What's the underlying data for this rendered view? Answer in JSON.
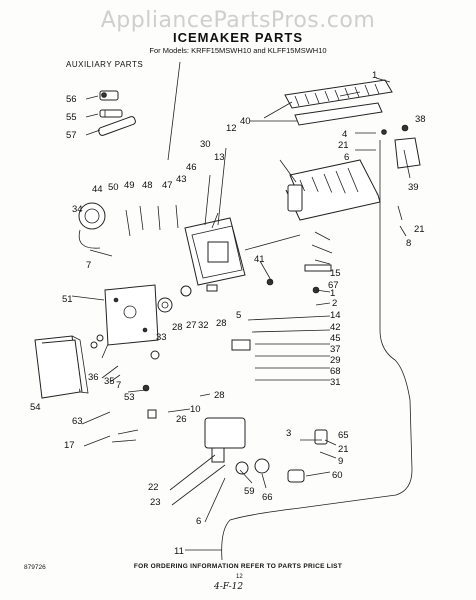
{
  "watermark": "AppliancePartsPros.com",
  "title": "ICEMAKER PARTS",
  "models": "For Models: KRFF15MSWH10 and KLFF15MSWH10",
  "auxiliary_label": "AUXILIARY PARTS",
  "footer": "FOR ORDERING INFORMATION REFER TO PARTS PRICE LIST",
  "page_number": "12",
  "drawing_code": "879726",
  "handwritten": "4-F-12",
  "callouts": {
    "c1": "1",
    "c2": "2",
    "c3": "3",
    "c4": "4",
    "c5": "5",
    "c6": "6",
    "c6b": "6",
    "c7": "7",
    "c7b": "7",
    "c8": "8",
    "c9": "9",
    "c10": "10",
    "c11": "11",
    "c12": "12",
    "c13": "13",
    "c14": "14",
    "c15": "15",
    "c17": "17",
    "c21a": "21",
    "c21b": "21",
    "c21c": "21",
    "c22": "22",
    "c23": "23",
    "c26": "26",
    "c27": "27",
    "c28a": "28",
    "c28b": "28",
    "c28c": "28",
    "c29": "29",
    "c30": "30",
    "c31": "31",
    "c32": "32",
    "c33": "33",
    "c34": "34",
    "c35": "35",
    "c36": "36",
    "c37": "37",
    "c38": "38",
    "c39": "39",
    "c40": "40",
    "c41": "41",
    "c42": "42",
    "c43": "43",
    "c44": "44",
    "c45": "45",
    "c46": "46",
    "c47": "47",
    "c48": "48",
    "c49": "49",
    "c50": "50",
    "c51": "51",
    "c53": "53",
    "c54": "54",
    "c55": "55",
    "c56": "56",
    "c57": "57",
    "c59": "59",
    "c60": "60",
    "c63": "63",
    "c65": "65",
    "c66": "66",
    "c67": "67",
    "c68": "68"
  }
}
